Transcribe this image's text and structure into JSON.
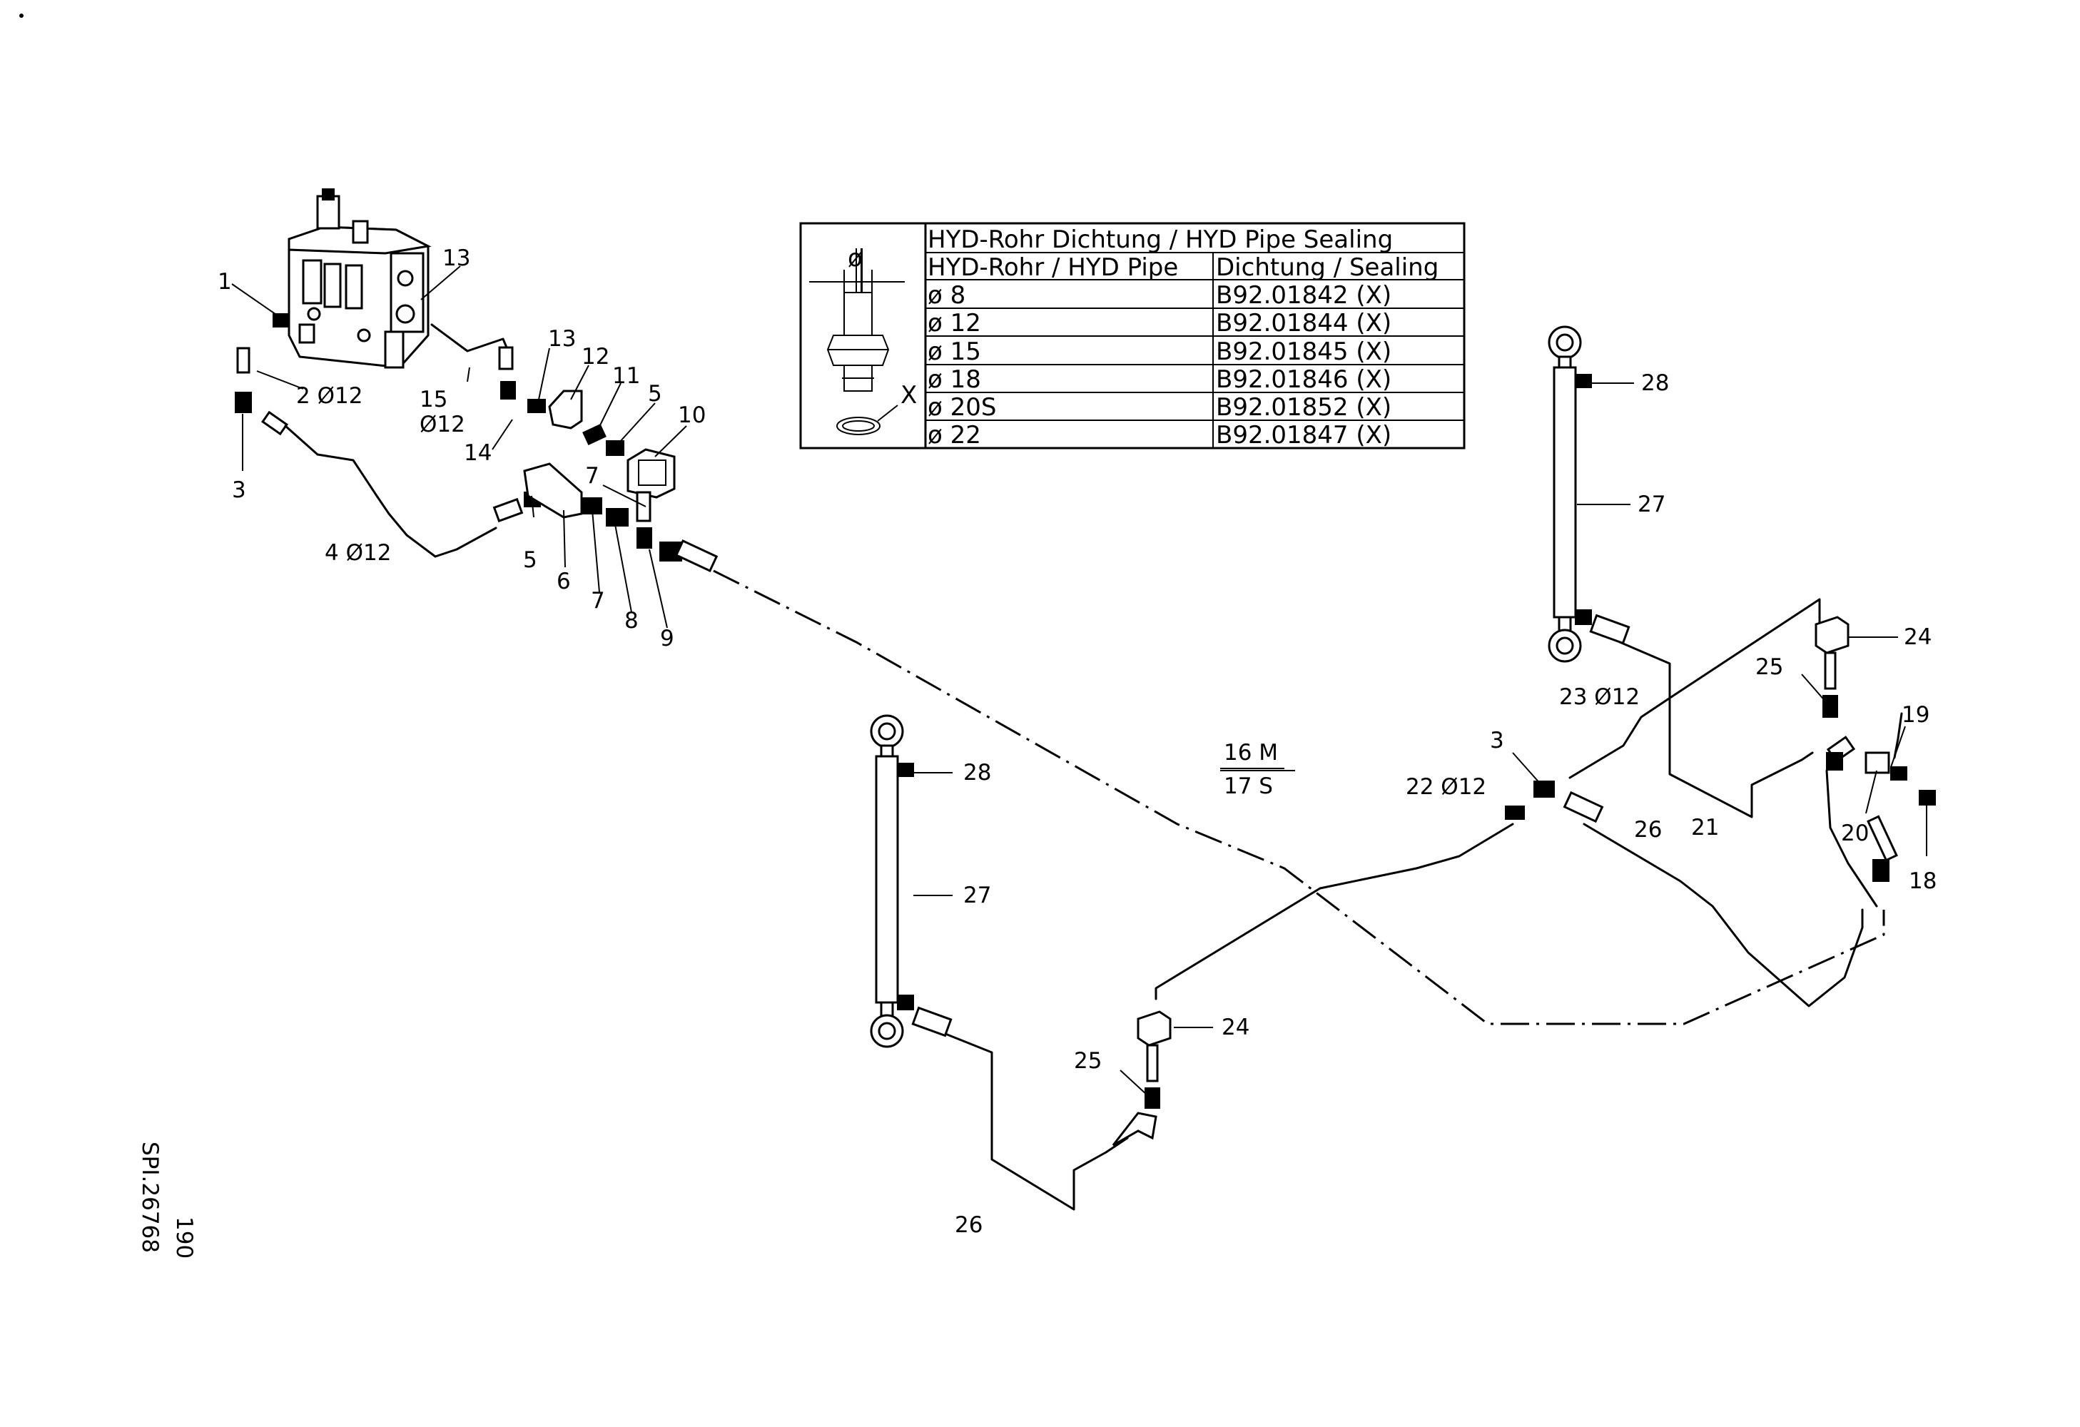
{
  "table": {
    "title": "HYD-Rohr Dichtung / HYD Pipe Sealing",
    "col1_header": "HYD-Rohr  / HYD Pipe",
    "col2_header": "Dichtung  /  Sealing",
    "diameter_symbol": "ø",
    "seal_marker": "X",
    "rows": [
      {
        "pipe": "ø  8",
        "sealing": "B92.01842    (X)"
      },
      {
        "pipe": "ø  12",
        "sealing": "B92.01844    (X)"
      },
      {
        "pipe": "ø  15",
        "sealing": "B92.01845    (X)"
      },
      {
        "pipe": "ø  18",
        "sealing": "B92.01846    (X)"
      },
      {
        "pipe": "ø  20S",
        "sealing": "B92.01852    (X)"
      },
      {
        "pipe": "ø  22",
        "sealing": "B92.01847    (X)"
      }
    ]
  },
  "callouts": [
    {
      "text": "1"
    },
    {
      "text": "13"
    },
    {
      "text": "2  Ø12"
    },
    {
      "text": "15"
    },
    {
      "text": "Ø12"
    },
    {
      "text": "13"
    },
    {
      "text": "12"
    },
    {
      "text": "11"
    },
    {
      "text": "5"
    },
    {
      "text": "10"
    },
    {
      "text": "14"
    },
    {
      "text": "3"
    },
    {
      "text": "4  Ø12"
    },
    {
      "text": "5"
    },
    {
      "text": "6"
    },
    {
      "text": "7"
    },
    {
      "text": "7"
    },
    {
      "text": "8"
    },
    {
      "text": "9"
    },
    {
      "text": "16  M"
    },
    {
      "text": "17  S"
    },
    {
      "text": "28"
    },
    {
      "text": "27"
    },
    {
      "text": "24"
    },
    {
      "text": "25"
    },
    {
      "text": "26"
    },
    {
      "text": "28"
    },
    {
      "text": "27"
    },
    {
      "text": "24"
    },
    {
      "text": "25"
    },
    {
      "text": "23  Ø12"
    },
    {
      "text": "3"
    },
    {
      "text": "22  Ø12"
    },
    {
      "text": "19"
    },
    {
      "text": "20"
    },
    {
      "text": "18"
    },
    {
      "text": "26"
    },
    {
      "text": "21"
    }
  ],
  "drawing_number": "SPI.26768",
  "page_number": "190"
}
